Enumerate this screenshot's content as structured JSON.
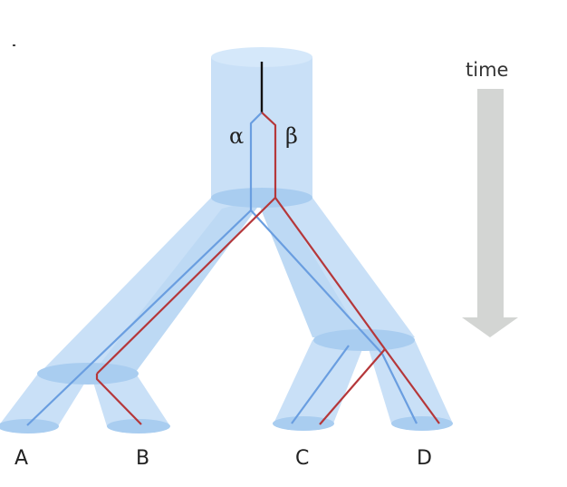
{
  "gene_labels": {
    "alpha": "α",
    "beta": "β"
  },
  "leaf_labels": {
    "a": "A",
    "b": "B",
    "c": "C",
    "d": "D"
  },
  "time_label": "time",
  "colors": {
    "species_tree": "#c9e0f7",
    "gene_alpha": "#6a9ee0",
    "gene_beta": "#b5373a",
    "root_lineage": "#111111",
    "time_arrow": "#d3d5d3"
  }
}
